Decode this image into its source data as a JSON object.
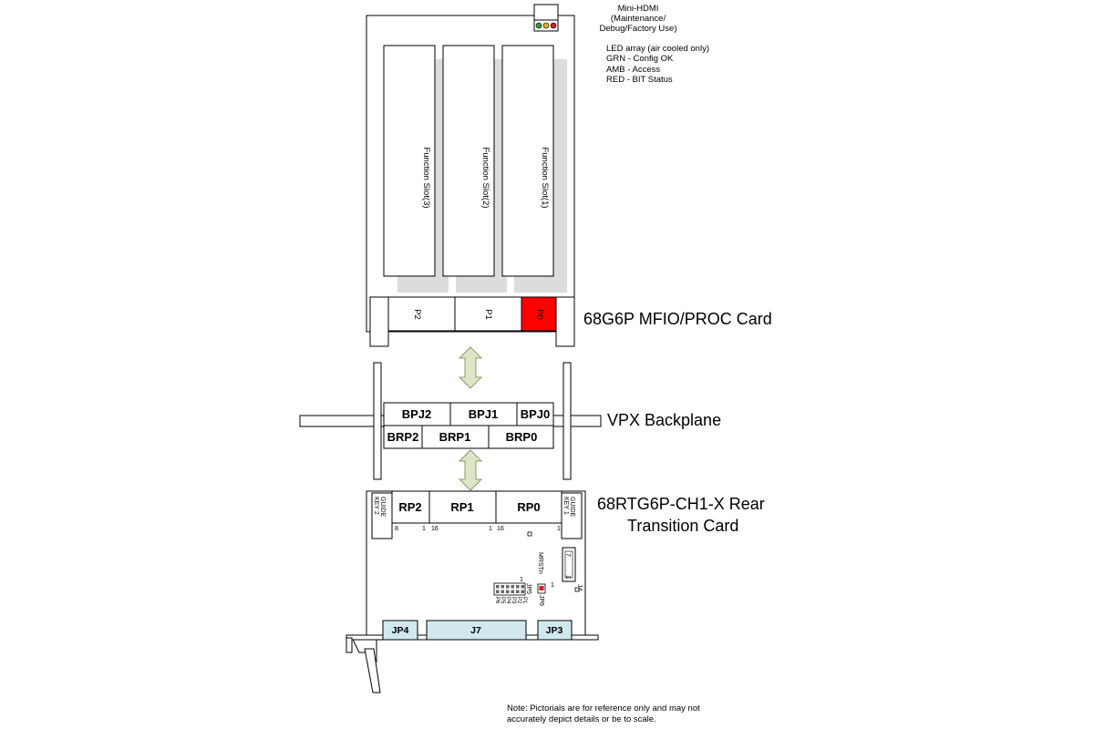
{
  "labels": {
    "mini_hdmi": [
      "Mini-HDMI",
      "(Maintenance/",
      "Debug/Factory Use)"
    ],
    "led_array": [
      "LED array (air cooled only)",
      "GRN - Config OK",
      "AMB - Access",
      "RED - BIT Status"
    ],
    "function_slots": [
      "Function Slot(3)",
      "Function Slot(2)",
      "Function Slot(1)"
    ],
    "proc_connectors": [
      "P2",
      "P1",
      "P0"
    ],
    "proc_card_title": "68G6P MFIO/PROC Card",
    "backplane_top": [
      "BPJ2",
      "BPJ1",
      "BPJ0"
    ],
    "backplane_bottom": [
      "BRP2",
      "BRP1",
      "BRP0"
    ],
    "backplane_title": "VPX Backplane",
    "rtm_title": [
      "68RTG6P-CH1-X Rear",
      "Transition Card"
    ],
    "rtm_connectors": [
      "RP2",
      "RP1",
      "RP0"
    ],
    "guide_key_left": [
      "GUIDE",
      "KEY 2"
    ],
    "guide_key_right": [
      "GUIDE",
      "KEY 1"
    ],
    "pin_numbers": [
      "8",
      "1",
      "16",
      "1",
      "16",
      "1"
    ],
    "jumper_labels": {
      "mrst": "MRSTn",
      "one_a": "1",
      "one_b": "1",
      "jp5": "JP5",
      "jp6": "JP6",
      "j4": "J4",
      "j4_pin": "1",
      "j4_pin7": "7",
      "jp5_pins": [
        "P6",
        "P5",
        "P4",
        "P3",
        "P2",
        "P1"
      ]
    },
    "bottom_connectors": [
      "JP4",
      "J7",
      "JP3"
    ],
    "note": [
      "Note: Pictorials are for reference only and may not",
      "accurately depict details or be to scale."
    ]
  },
  "colors": {
    "p0_highlight": "#ff0000",
    "slot_shadow": "#dcdcdc",
    "arrow_fill": "#dde5c8",
    "arrow_stroke": "#8a9a6a",
    "connector_blue": "#d0e8ee",
    "led_green": "#2e9e2e",
    "led_amber": "#e0b020",
    "led_red": "#d02020"
  }
}
